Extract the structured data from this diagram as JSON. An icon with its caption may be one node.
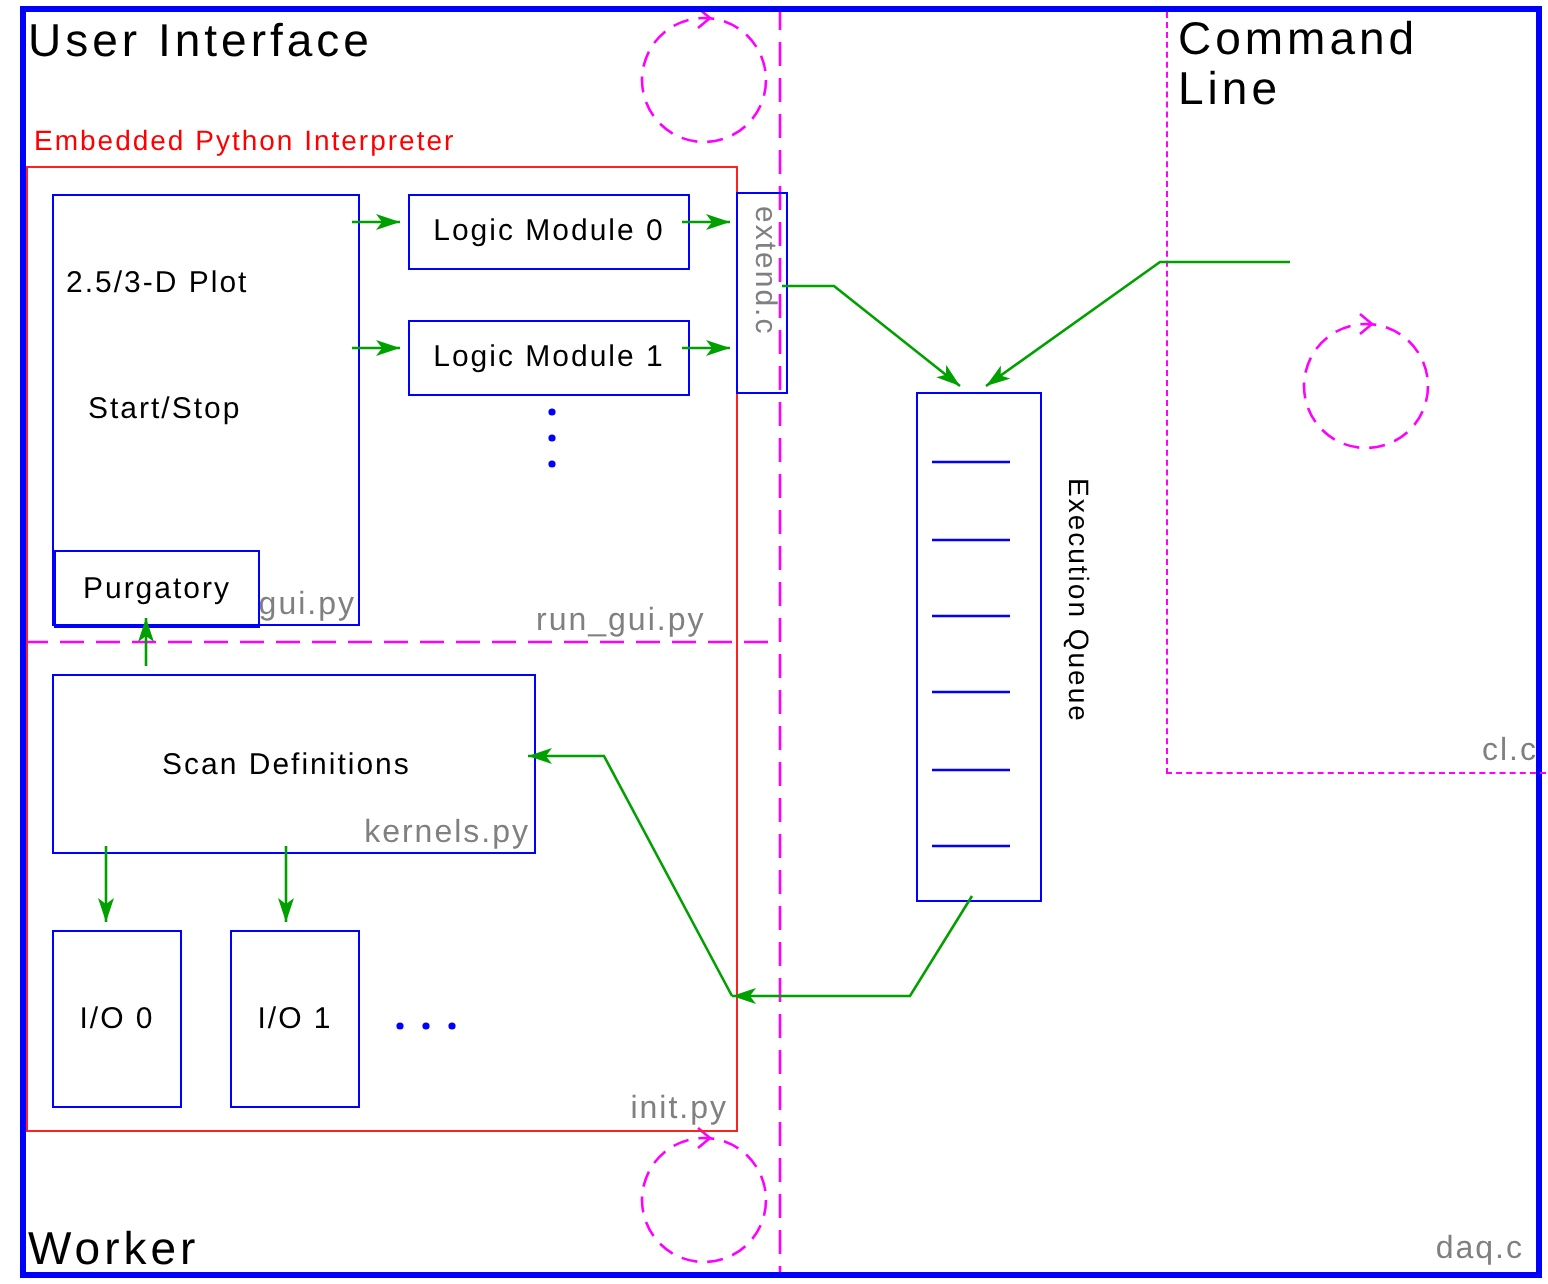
{
  "diagram": {
    "nodes": [
      {
        "text": [
          "daq.c"
        ]
      },
      {
        "text": [
          "Command Line",
          "cl.c"
        ],
        "in": 0
      },
      {
        "text": [
          "Embedded Python Interpreter",
          "init.py"
        ],
        "in": 0
      },
      {
        "text": [
          "2.5/3-D Plot",
          "Start/Stop",
          "gui.py"
        ],
        "in": 2
      },
      {
        "text": [
          "Purgatory"
        ],
        "in": 3
      },
      {
        "text": [
          "Logic Module 0"
        ],
        "in": 2
      },
      {
        "text": [
          "Logic Module 1"
        ],
        "in": 2
      },
      {
        "text": [
          "extend.c"
        ],
        "in": 0
      },
      {
        "text": [],
        "shape": "box",
        "beside": [
          "Execution Queue"
        ],
        "in": 0
      },
      {
        "text": [
          "Scan Definitions",
          "kernels.py"
        ],
        "in": 2
      },
      {
        "text": [
          "I/O 0"
        ],
        "in": 2
      },
      {
        "text": [
          "I/O 1"
        ],
        "in": 2
      }
    ],
    "edges": [
      {
        "from": 3,
        "to": 5,
        "arrow": "to"
      },
      {
        "from": 3,
        "to": 6,
        "arrow": "to"
      },
      {
        "from": 5,
        "to": 7,
        "arrow": "to"
      },
      {
        "from": 6,
        "to": 7,
        "arrow": "to"
      },
      {
        "from": 7,
        "to": 8,
        "arrow": "to"
      },
      {
        "from": 1,
        "to": 8,
        "arrow": "to"
      },
      {
        "from": 8,
        "to": 2,
        "arrow": "to"
      },
      {
        "from": 2,
        "to": 9,
        "arrow": "to"
      },
      {
        "from": 9,
        "to": 4,
        "arrow": "to"
      },
      {
        "from": 9,
        "to": 10,
        "arrow": "to"
      },
      {
        "from": 9,
        "to": 11,
        "arrow": "to"
      }
    ],
    "labels": [
      "User Interface",
      "run_gui.py",
      "Worker"
    ]
  }
}
